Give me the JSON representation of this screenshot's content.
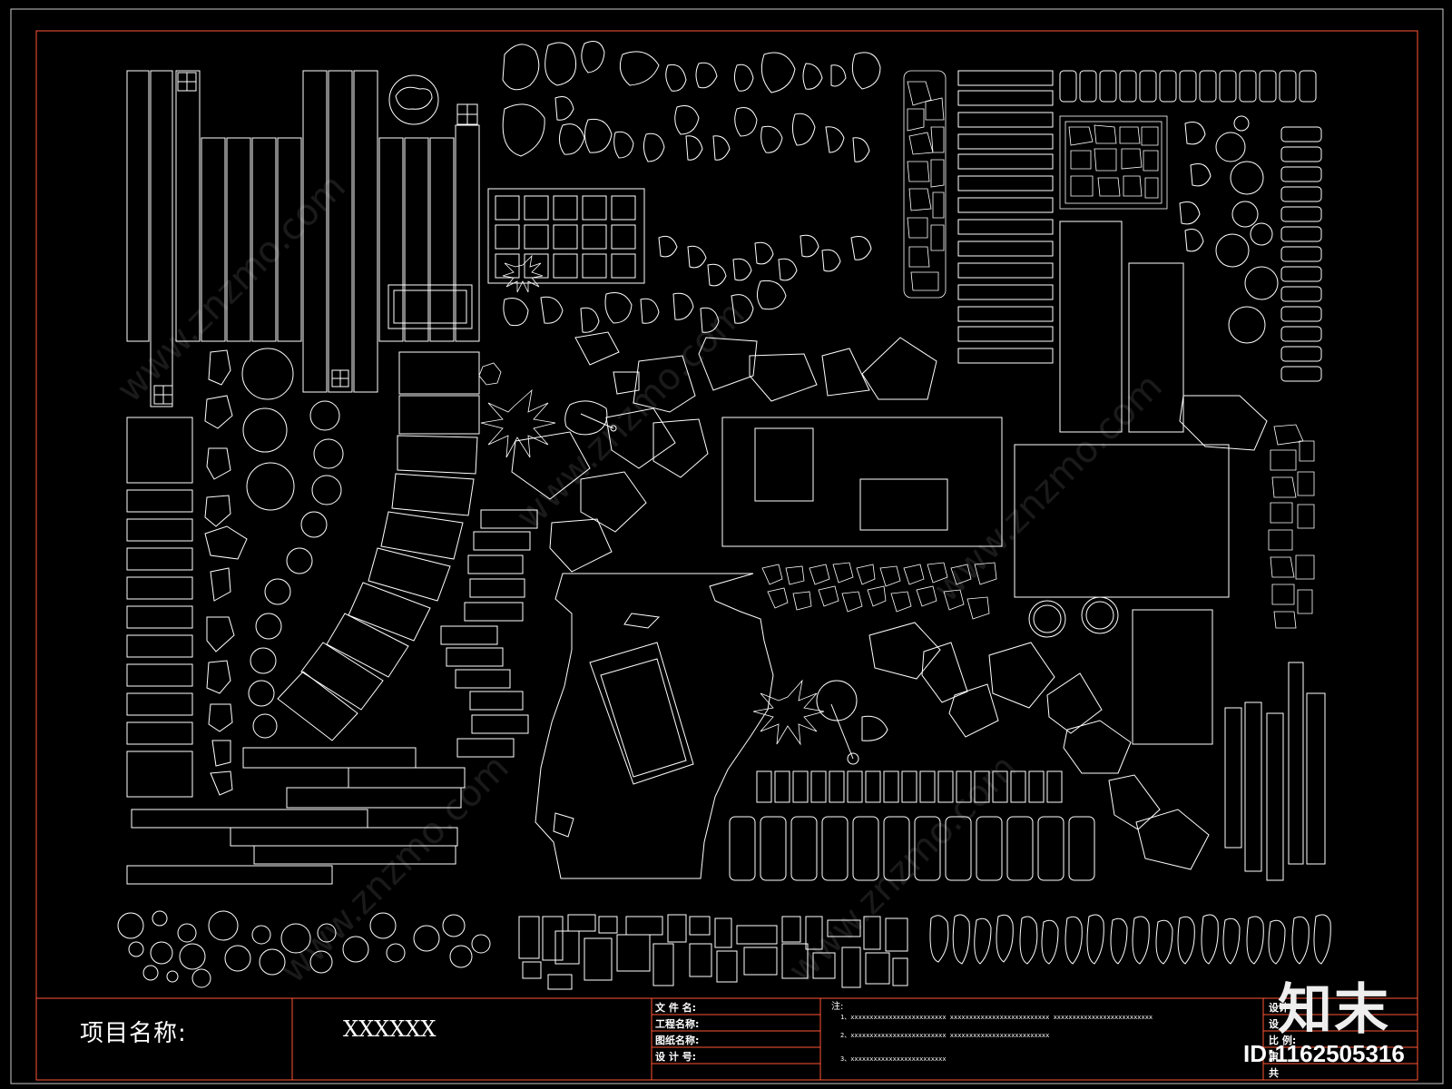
{
  "title_block": {
    "project_label": "项目名称:",
    "project_value": "XXXXXX",
    "fields": [
      "文 件 名:",
      "工程名称:",
      "图纸名称:",
      "设 计 号:"
    ],
    "notes_heading": "注:",
    "notes": [
      "1、xxxxxxxxxxxxxxxxxxxxxxxxx    xxxxxxxxxxxxxxxxxxxxxxxxxx    xxxxxxxxxxxxxxxxxxxxxxxxxx",
      "2、xxxxxxxxxxxxxxxxxxxxxxxxx    xxxxxxxxxxxxxxxxxxxxxxxxxx",
      "3、xxxxxxxxxxxxxxxxxxxxxxxxx"
    ],
    "right_fields": [
      "设计",
      "设",
      "比  例:",
      "审",
      "共"
    ]
  },
  "watermark": {
    "logo": "知末",
    "id": "ID:1162505316",
    "text": "www.znzmo.com"
  },
  "colors": {
    "background": "#000000",
    "line": "#ffffff",
    "frame_red": "#ff5533"
  }
}
